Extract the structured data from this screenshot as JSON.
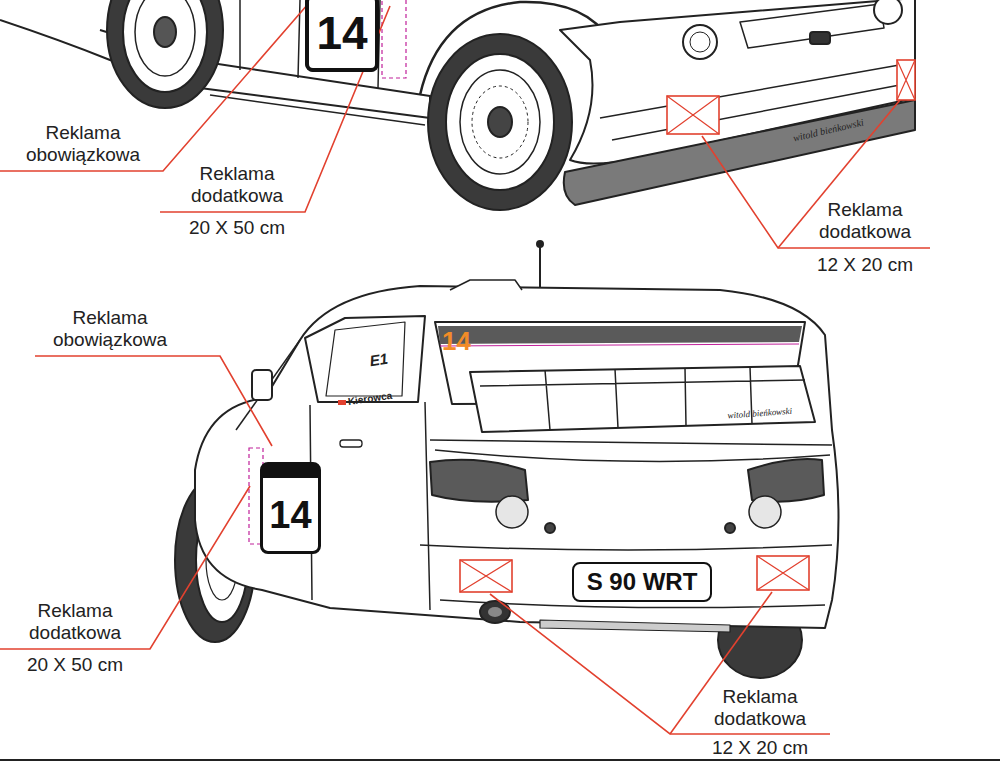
{
  "diagram": {
    "nodes": [
      {
        "text": [
          "14"
        ]
      },
      {
        "text": [
          "14"
        ]
      },
      {
        "text": [
          "S 90 WRT"
        ]
      }
    ],
    "labels": [
      "Reklama obowiązkowa",
      "Reklama dodatkowa",
      "20 X 50 cm",
      "witold bieńkowski",
      "Reklama dodatkowa",
      "12 X 20 cm",
      "Reklama obowiązkowa",
      "14",
      "E1",
      "Kierowca",
      "witold bieńkowski",
      "Reklama dodatkowa",
      "20 X 50 cm",
      "Reklama dodatkowa",
      "12 X 20 cm"
    ]
  }
}
